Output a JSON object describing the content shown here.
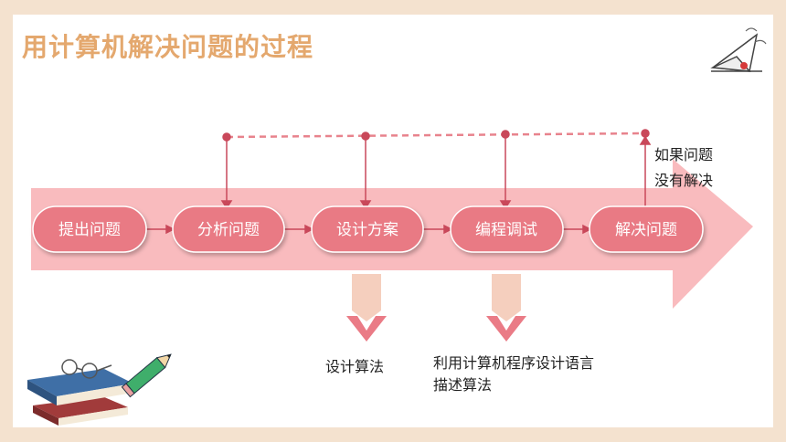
{
  "title": "用计算机解决问题的过程",
  "steps": [
    {
      "label": "提出问题"
    },
    {
      "label": "分析问题"
    },
    {
      "label": "设计方案"
    },
    {
      "label": "编程调试"
    },
    {
      "label": "解决问题"
    }
  ],
  "loop_note": {
    "line1": "如果问题",
    "line2": "没有解决"
  },
  "annotations": [
    {
      "line1": "设计算法"
    },
    {
      "line1": "利用计算机程序设计语言",
      "line2": "描述算法"
    }
  ],
  "colors": {
    "title": "#e4a86e",
    "node_fill": "#e97a84",
    "arrow_band": "#f9b7bb",
    "connector": "#c9485a",
    "callout": "#f5cfbe"
  },
  "decorations": [
    "paper-plane-icon",
    "books-icon",
    "glasses-icon",
    "pencil-icon"
  ]
}
